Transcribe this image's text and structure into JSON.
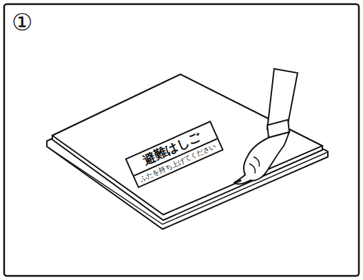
{
  "diagram": {
    "nodes": [
      {
        "text": [
          "避難はしご",
          "ふたを持ち上げてください"
        ]
      }
    ],
    "labels": [
      "①"
    ]
  }
}
